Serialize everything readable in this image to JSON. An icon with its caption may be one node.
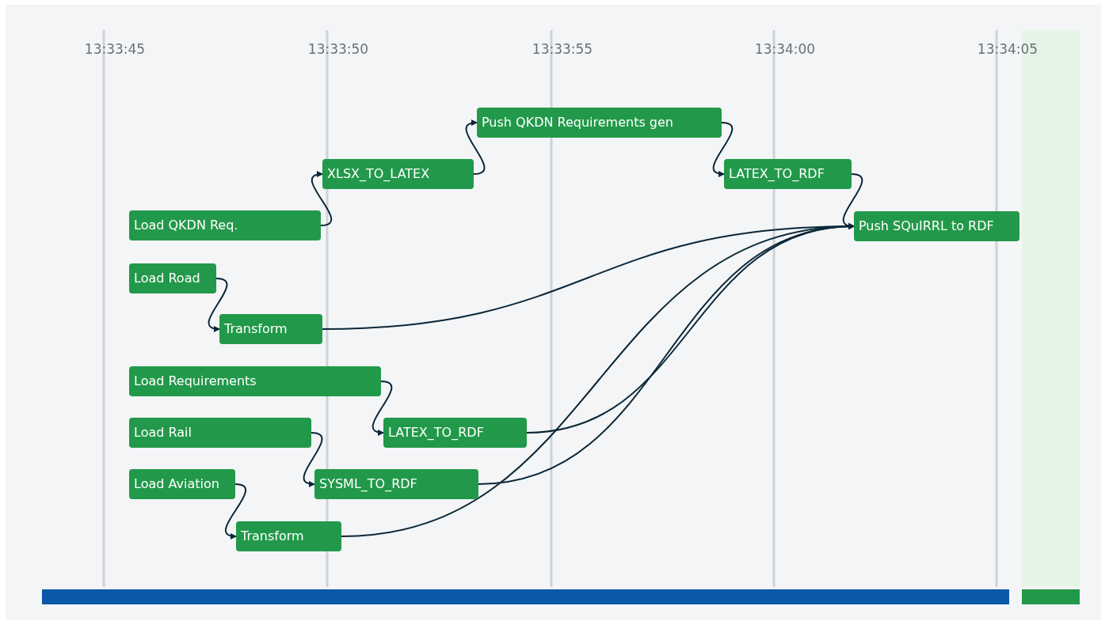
{
  "diagram": {
    "nodes": [
      {
        "text": [
          "Push QKDN Requirements gen"
        ]
      },
      {
        "text": [
          "XLSX_TO_LATEX"
        ]
      },
      {
        "text": [
          "LATEX_TO_RDF"
        ]
      },
      {
        "text": [
          "Load QKDN Req."
        ]
      },
      {
        "text": [
          "Push SQuIRRL to RDF"
        ]
      },
      {
        "text": [
          "Load Road"
        ]
      },
      {
        "text": [
          "Transform"
        ]
      },
      {
        "text": [
          "Load Requirements"
        ]
      },
      {
        "text": [
          "LATEX_TO_RDF"
        ]
      },
      {
        "text": [
          "Load Rail"
        ]
      },
      {
        "text": [
          "SYSML_TO_RDF"
        ]
      },
      {
        "text": [
          "Load Aviation"
        ]
      },
      {
        "text": [
          "Transform"
        ]
      }
    ],
    "edges": [
      {
        "from": 3,
        "to": 1,
        "arrow": "to"
      },
      {
        "from": 1,
        "to": 0,
        "arrow": "to"
      },
      {
        "from": 0,
        "to": 2,
        "arrow": "to"
      },
      {
        "from": 2,
        "to": 4,
        "arrow": "to"
      },
      {
        "from": 5,
        "to": 6,
        "arrow": "to"
      },
      {
        "from": 6,
        "to": 4,
        "arrow": "to"
      },
      {
        "from": 7,
        "to": 8,
        "arrow": "to"
      },
      {
        "from": 8,
        "to": 4,
        "arrow": "to"
      },
      {
        "from": 9,
        "to": 10,
        "arrow": "to"
      },
      {
        "from": 10,
        "to": 4,
        "arrow": "to"
      },
      {
        "from": 11,
        "to": 12,
        "arrow": "to"
      },
      {
        "from": 12,
        "to": 4,
        "arrow": "to"
      }
    ],
    "labels": [
      "13:33:45",
      "13:33:50",
      "13:33:55",
      "13:34:00",
      "13:34:05"
    ]
  }
}
